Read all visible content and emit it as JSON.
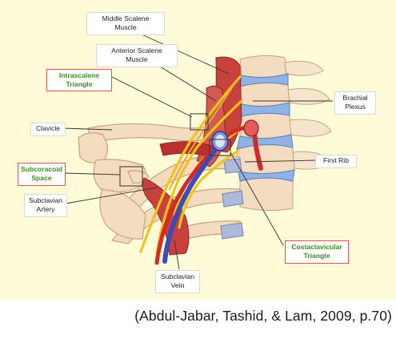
{
  "labels": {
    "middle_scalene": [
      "Middle Scalene",
      "Muscle"
    ],
    "anterior_scalene": [
      "Anterior Scalene",
      "Muscle"
    ],
    "intrascalene": [
      "Intrascalene",
      "Triangle"
    ],
    "brachial_plexus": [
      "Brachial",
      "Plexus"
    ],
    "clavicle": [
      "Clavicle"
    ],
    "first_rib": [
      "First Rib"
    ],
    "subcoracoid": [
      "Subcoracoid",
      "Space"
    ],
    "subclavian_artery": [
      "Subclavian",
      "Artery"
    ],
    "subclavian_vein": [
      "Subclavian",
      "Vein"
    ],
    "costoclavicular": [
      "Costaclavicular",
      "Triangle"
    ]
  },
  "citation": "(Abdul-Jabar, Tashid, & Lam, 2009, p.70)",
  "colors": {
    "panel_bg": "#fdfbd8",
    "highlight_border": "#d9534f",
    "highlight_text": "#3a8c1e",
    "bone": "#f3dcc0",
    "disc": "#8fb3e6",
    "muscle": "#c8413c",
    "nerve": "#f0c419",
    "vein": "#3b4bb8"
  }
}
